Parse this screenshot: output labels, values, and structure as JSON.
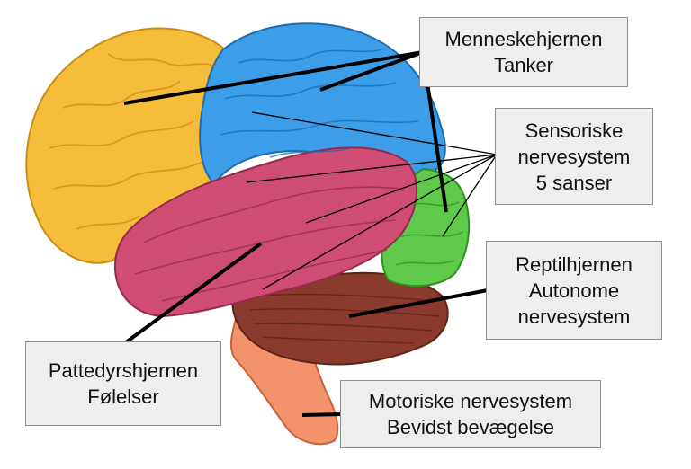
{
  "labels": {
    "menneske": {
      "line1": "Menneskehjernen",
      "line2": "Tanker"
    },
    "sensorisk": {
      "line1": "Sensoriske",
      "line2": "nervesystem",
      "line3": "5 sanser"
    },
    "reptil": {
      "line1": "Reptilhjernen",
      "line2": "Autonome",
      "line3": "nervesystem"
    },
    "pattedyr": {
      "line1": "Pattedyrshjernen",
      "line2": "Følelser"
    },
    "motorisk": {
      "line1": "Motoriske nervesystem",
      "line2": "Bevidst bevægelse"
    }
  },
  "regions": [
    {
      "name": "frontal-lobe",
      "color": "#f5bd3a"
    },
    {
      "name": "parietal-lobe",
      "color": "#3c9ee8"
    },
    {
      "name": "temporal-lobe",
      "color": "#cf4d74"
    },
    {
      "name": "occipital-lobe",
      "color": "#5ec94a"
    },
    {
      "name": "cerebellum",
      "color": "#8a3b2e"
    },
    {
      "name": "brainstem",
      "color": "#f2936a"
    }
  ]
}
